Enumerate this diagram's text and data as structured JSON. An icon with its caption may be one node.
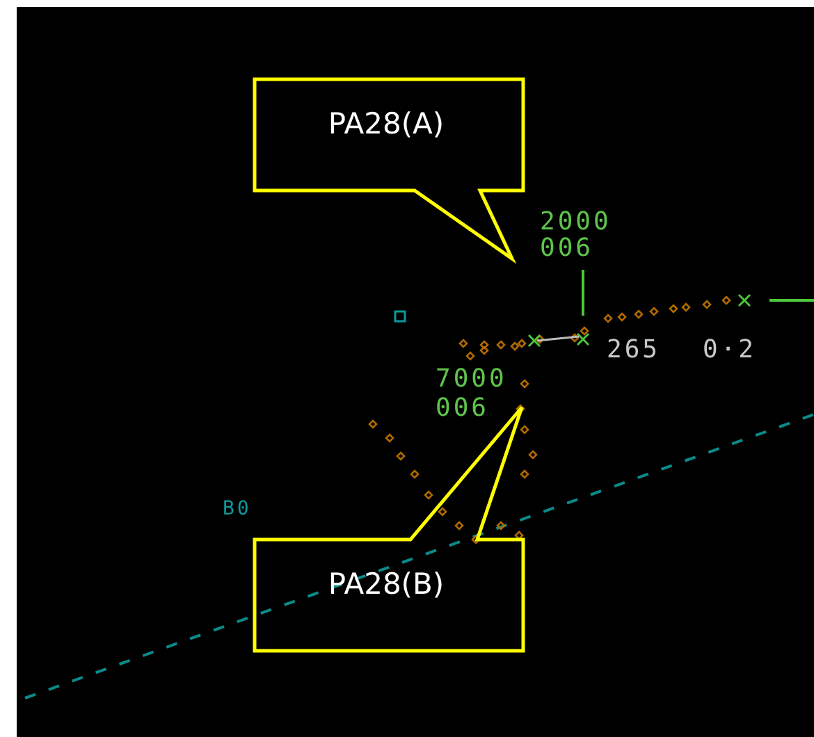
{
  "diagram": {
    "nodes": [
      {
        "text": [
          "PA28(A)"
        ]
      },
      {
        "text": [
          "PA28(B)"
        ]
      }
    ],
    "labels": [
      "2000",
      "006",
      "265",
      "0·2",
      "7000",
      "006",
      "B0"
    ]
  }
}
